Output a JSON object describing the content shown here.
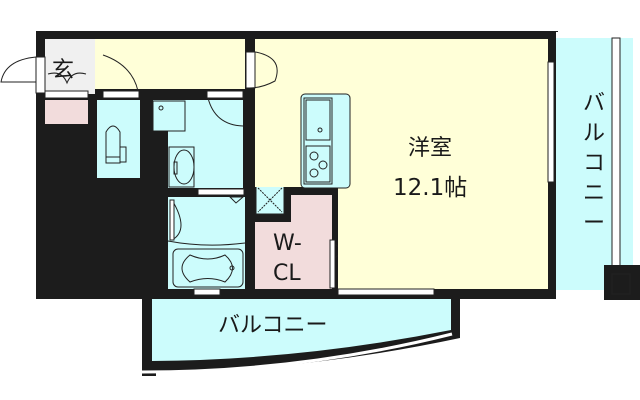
{
  "floor_plan": {
    "rooms": [
      {
        "id": "entrance",
        "label": "玄",
        "meaning": "Entrance"
      },
      {
        "id": "western_room",
        "label": "洋室",
        "size_label": "12.1帖"
      },
      {
        "id": "walk_in_closet",
        "label_line1": "W-",
        "label_line2": "CL"
      },
      {
        "id": "balcony_right",
        "label": "バルコニー"
      },
      {
        "id": "balcony_bottom",
        "label": "バルコニー"
      },
      {
        "id": "toilet",
        "label": ""
      },
      {
        "id": "washroom",
        "label": ""
      },
      {
        "id": "bathroom",
        "label": ""
      },
      {
        "id": "corridor",
        "label": ""
      }
    ],
    "colors": {
      "wall": "#1c1c1c",
      "living": "#ffffd8",
      "wet_area": "#ccfcfc",
      "closet": "#f2dcdc",
      "entrance": "#f0f0f0"
    }
  }
}
